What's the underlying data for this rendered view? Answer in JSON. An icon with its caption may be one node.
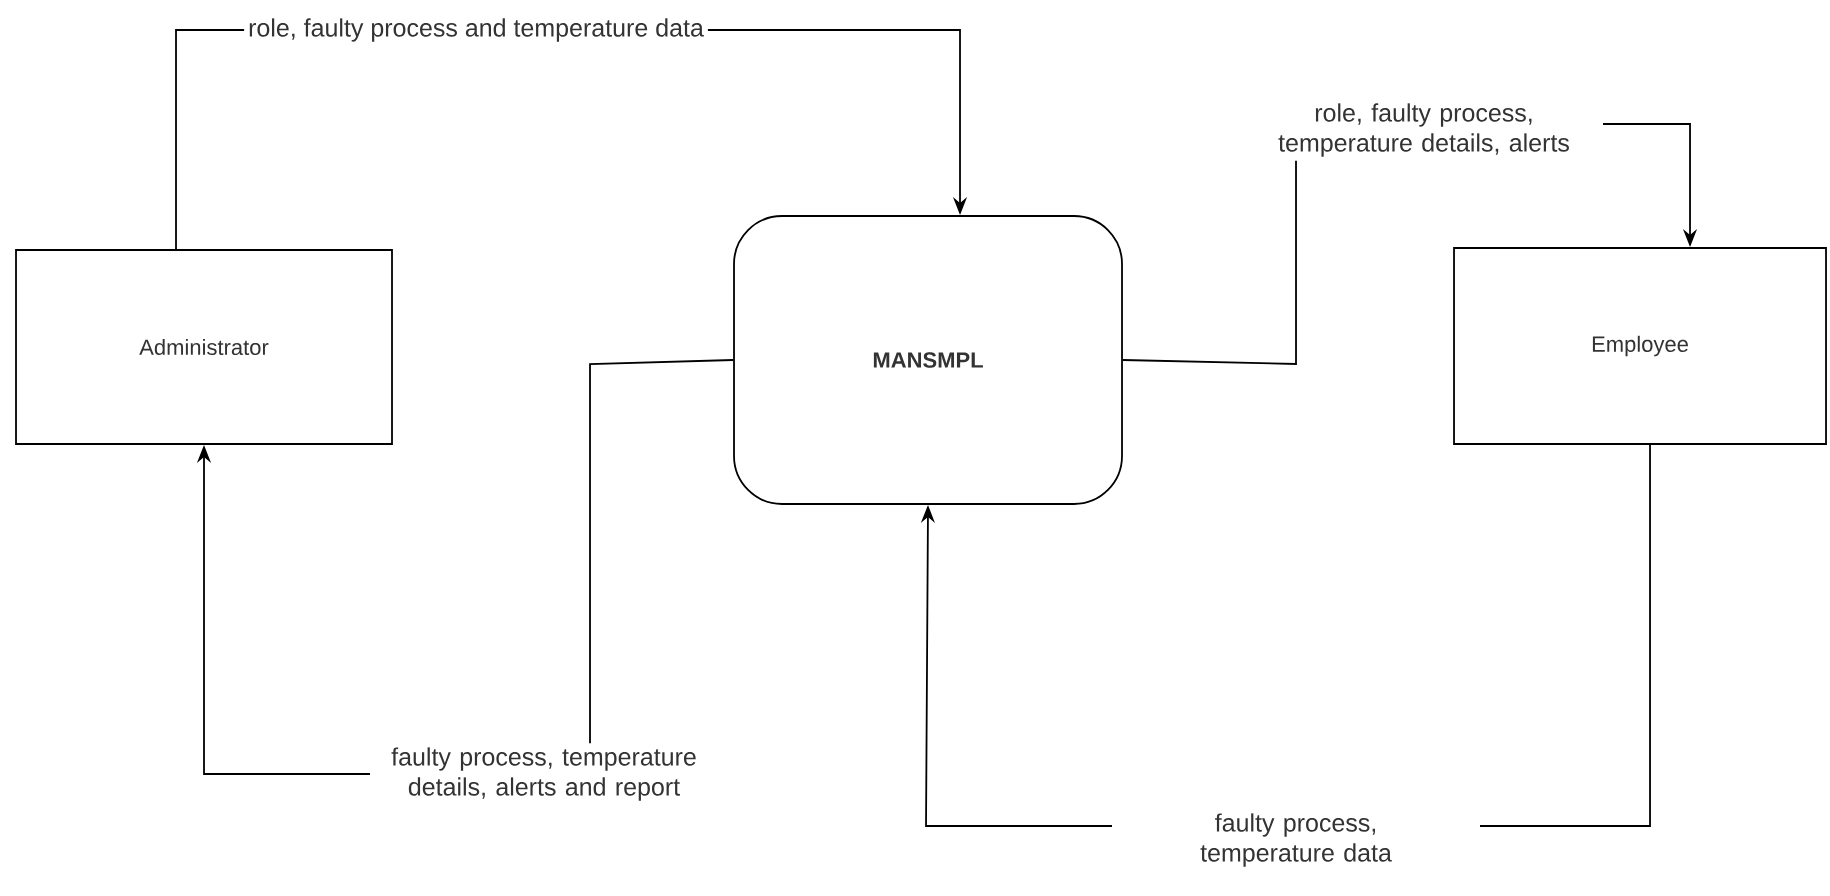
{
  "diagram": {
    "nodes": [
      {
        "text": [
          "Administrator"
        ]
      },
      {
        "text": [
          "MANSMPL"
        ]
      },
      {
        "text": [
          "Employee"
        ]
      }
    ],
    "edges": [
      {
        "from": 0,
        "to": 1,
        "arrow": "to",
        "label": "role, faulty process and temperature data"
      },
      {
        "from": 1,
        "to": 0,
        "arrow": "to",
        "label": "faulty process, temperature details, alerts and report"
      },
      {
        "from": 1,
        "to": 2,
        "arrow": "to",
        "label": "role, faulty process, temperature details, alerts"
      },
      {
        "from": 2,
        "to": 1,
        "arrow": "to",
        "label": "faulty process, temperature data"
      }
    ]
  }
}
